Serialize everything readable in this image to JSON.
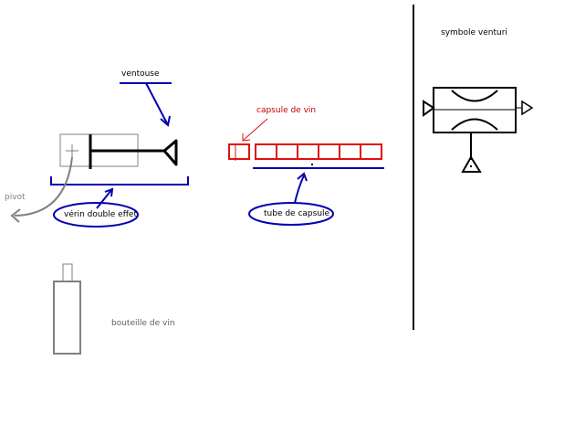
{
  "labels": {
    "ventouse": "ventouse",
    "capsule_de_vin": "capsule de vin",
    "symbole_venturi": "symbole venturi",
    "pivot": "pivot",
    "verin_double_effet": "vérin double effet",
    "tube_de_capsule": "tube de capsule",
    "bouteille_de_vin": "bouteille de vin"
  },
  "colors": {
    "black": "#000000",
    "blue": "#0000b0",
    "red": "#e01010",
    "darkred": "#c00000",
    "grey": "#808080"
  }
}
